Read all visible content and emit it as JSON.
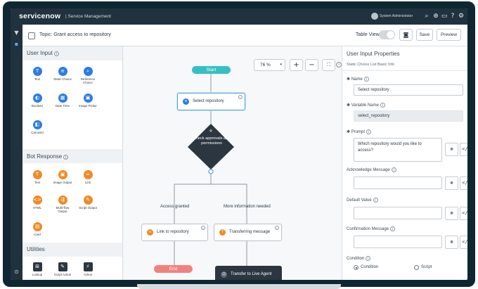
{
  "app": {
    "brand": "servicenow",
    "product": "| Service Management",
    "user": "System Administrator"
  },
  "toolbar": {
    "topic": "Topic: Grant access to repository",
    "table_view_label": "Table View",
    "save_label": "Save",
    "preview_label": "Preview"
  },
  "palette": {
    "user_input": {
      "title": "User Input",
      "items": [
        "Text",
        "Static Choice",
        "Reference Choice",
        "Boolean",
        "Date Time",
        "Image Picker",
        "Carousel"
      ]
    },
    "bot_response": {
      "title": "Bot Response",
      "items": [
        "Text",
        "Image Output",
        "Link",
        "HTML",
        "Multi-flow Output",
        "Script Output",
        "Card"
      ]
    },
    "utilities": {
      "title": "Utilities",
      "items": [
        "Lookup",
        "Script Action",
        "Action"
      ]
    }
  },
  "canvas": {
    "zoom": "76 %",
    "start": "Start",
    "end": "End",
    "nodes": {
      "select_repo": "Select repository",
      "decision": "Check approvals and permissions",
      "link_repo": "Link to repository",
      "transferring": "Transferring message",
      "live_agent": "Transfer to Live Agent"
    },
    "branches": {
      "left": "Access granted",
      "right": "More information needed"
    }
  },
  "properties": {
    "title": "User Input Properties",
    "subtitle": "Static Choice List Basic Info",
    "name_label": "Name",
    "name_value": "Select repository",
    "variable_label": "Variable Name",
    "variable_value": "select_repository",
    "prompt_label": "Prompt",
    "prompt_value": "Which repository would you like to access?",
    "ack_label": "Acknowledge Message",
    "default_label": "Default Value",
    "confirm_label": "Confirmation Message",
    "condition_label": "Condition",
    "condition_options": [
      "Condition",
      "Script"
    ],
    "condition_selected": "Condition"
  },
  "colors": {
    "nav": "#1f323e",
    "accent_teal": "#34c0c2",
    "end_red": "#f0827e",
    "blue_icon": "#2a7de1",
    "orange_icon": "#f08a24"
  }
}
